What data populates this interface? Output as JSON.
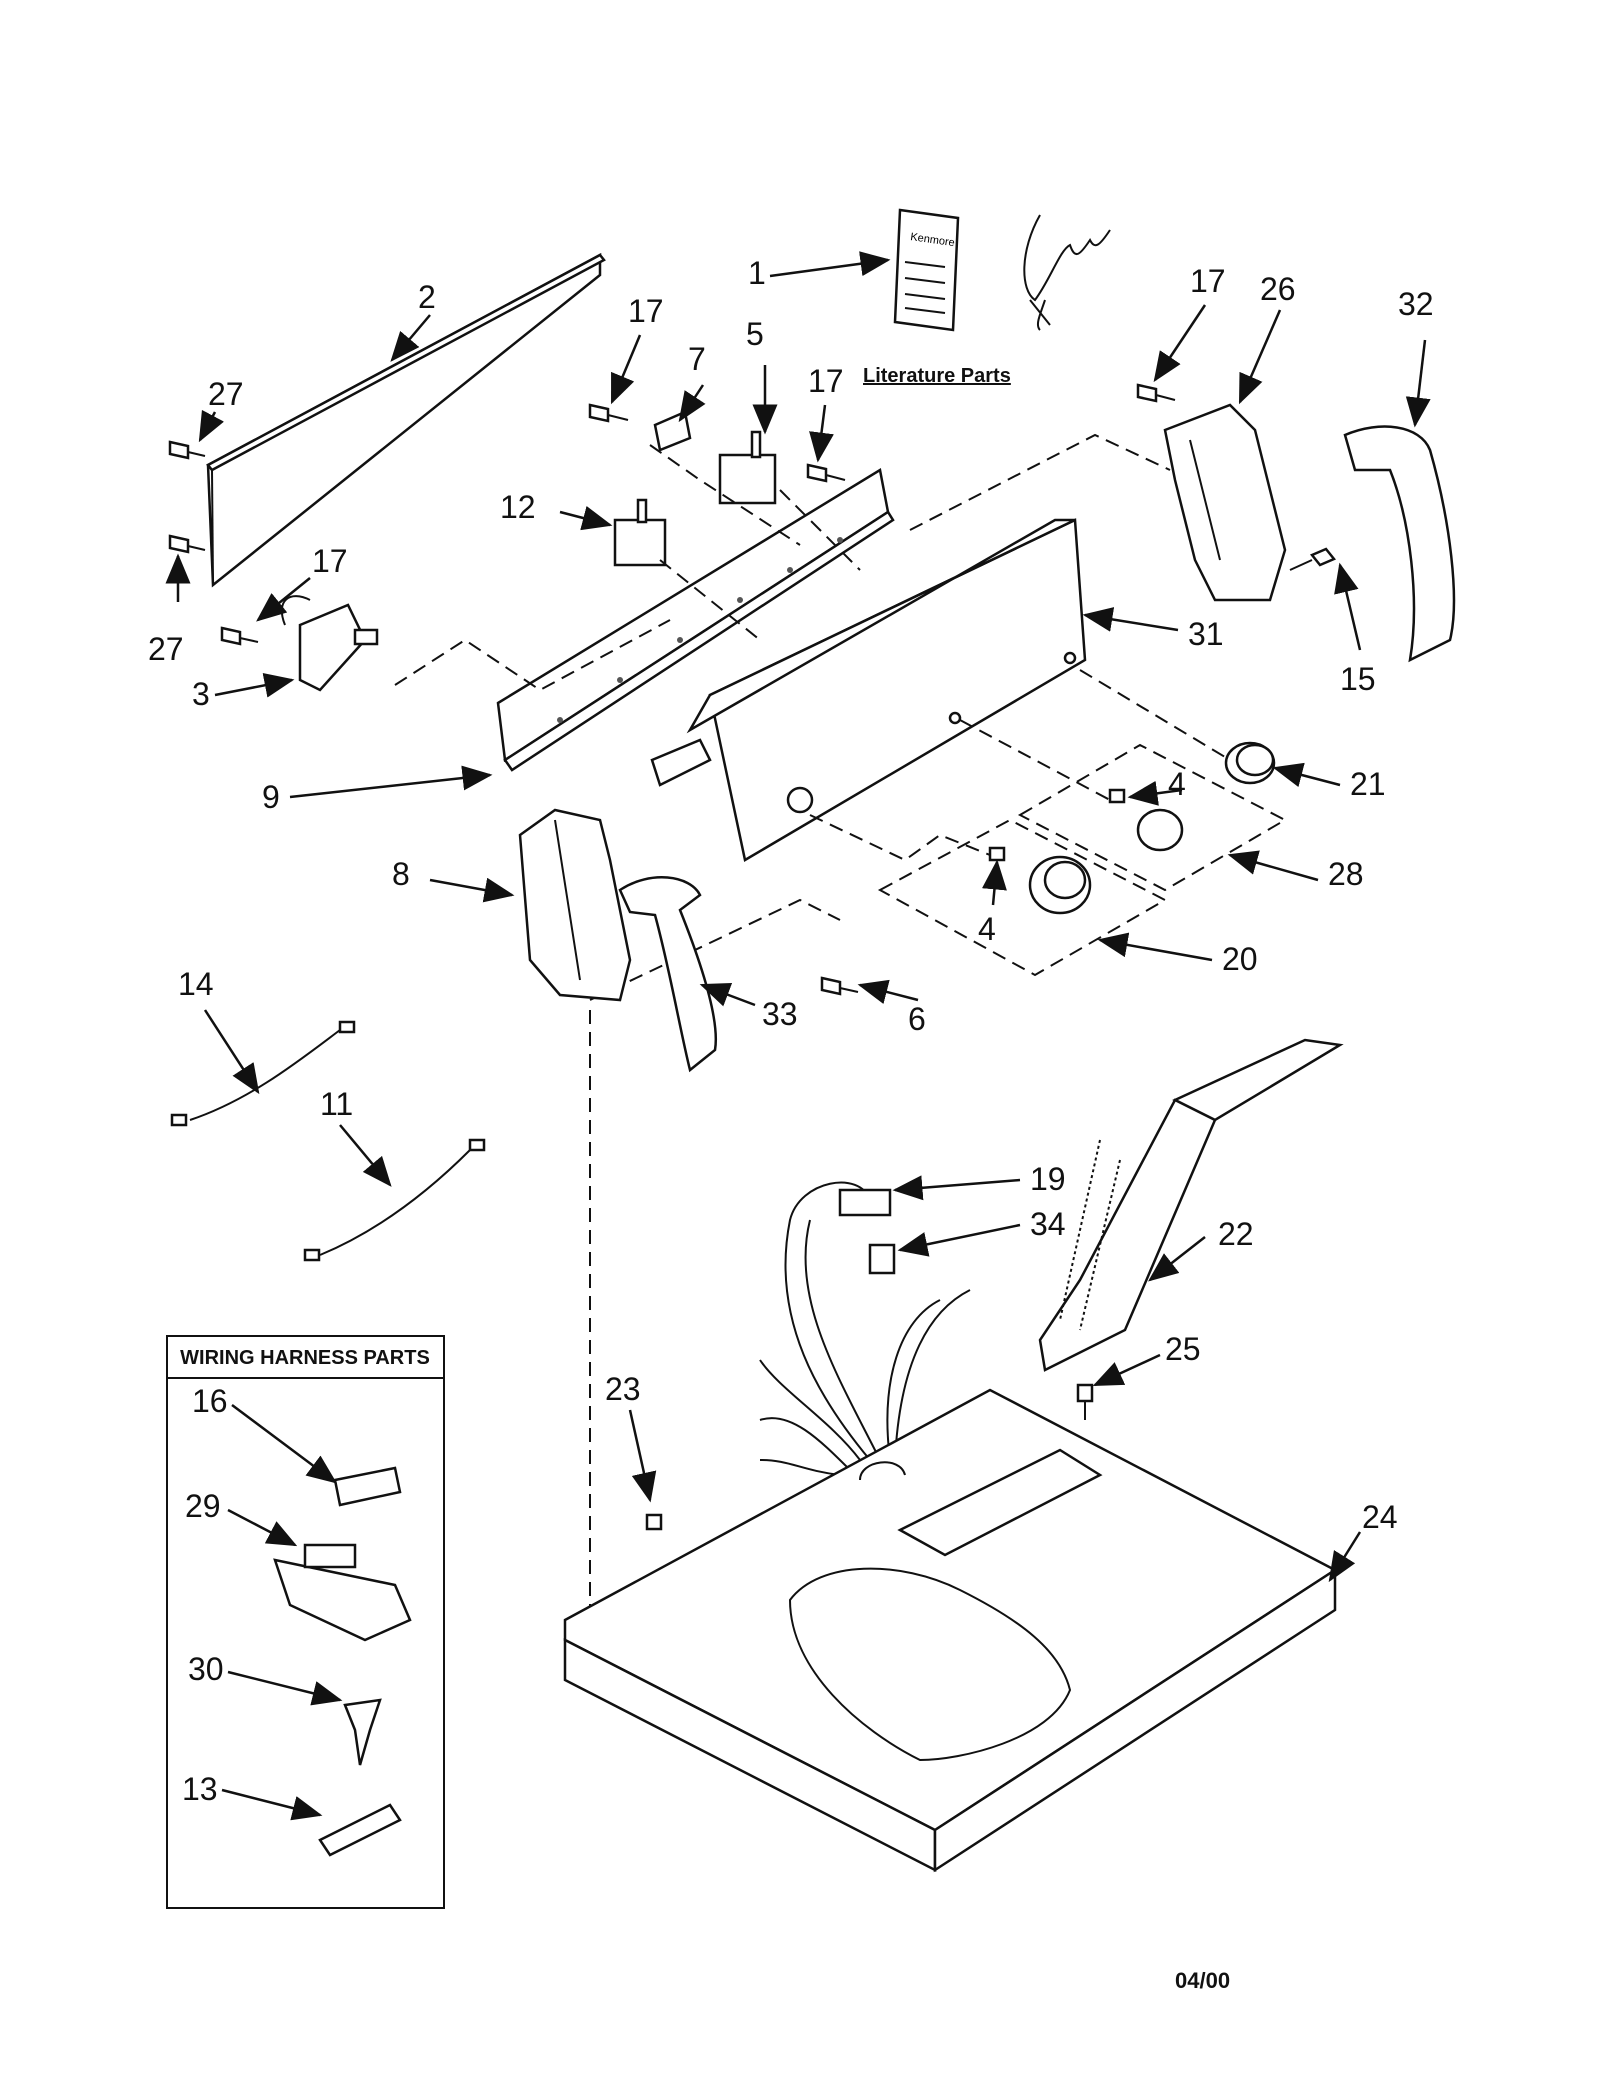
{
  "callouts": {
    "c1": "1",
    "c2": "2",
    "c3": "3",
    "c4a": "4",
    "c4b": "4",
    "c5": "5",
    "c6": "6",
    "c7": "7",
    "c8": "8",
    "c9": "9",
    "c11": "11",
    "c12": "12",
    "c14": "14",
    "c15": "15",
    "c17a": "17",
    "c17b": "17",
    "c17c": "17",
    "c17d": "17",
    "c19": "19",
    "c20": "20",
    "c21": "21",
    "c22": "22",
    "c23": "23",
    "c24": "24",
    "c25": "25",
    "c26": "26",
    "c27a": "27",
    "c27b": "27",
    "c28": "28",
    "c31": "31",
    "c32": "32",
    "c33": "33",
    "c34": "34",
    "wh16": "16",
    "wh29": "29",
    "wh30": "30",
    "wh13": "13"
  },
  "literature_label": "Literature Parts",
  "booklet_text": "Kenmore",
  "wiring_box_title": "WIRING HARNESS PARTS",
  "revision_date": "04/00",
  "handwritten_note": "leave"
}
